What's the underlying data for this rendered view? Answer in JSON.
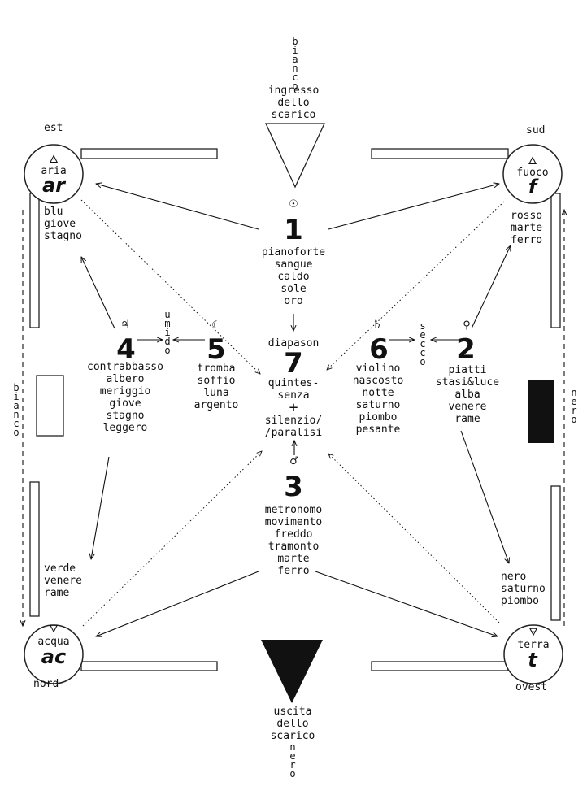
{
  "top_entry": {
    "vertical": "bianco",
    "lines": [
      "ingresso",
      "dello",
      "scarico"
    ]
  },
  "bottom_exit": {
    "lines": [
      "uscita",
      "dello",
      "scarico"
    ],
    "vertical": "nero"
  },
  "directions": {
    "est": "est",
    "sud": "sud",
    "nord": "nord",
    "ovest": "ovest"
  },
  "side_left": "bianco",
  "side_right": "nero",
  "elements": {
    "aria": {
      "name": "aria",
      "abbr": "ar",
      "list": [
        "blu",
        "giove",
        "stagno"
      ]
    },
    "fuoco": {
      "name": "fuoco",
      "abbr": "f",
      "list": [
        "rosso",
        "marte",
        "ferro"
      ]
    },
    "acqua": {
      "name": "acqua",
      "abbr": "ac",
      "list": [
        "verde",
        "venere",
        "rame"
      ]
    },
    "terra": {
      "name": "terra",
      "abbr": "t",
      "list": [
        "nero",
        "saturno",
        "piombo"
      ]
    }
  },
  "nodes": {
    "n1": {
      "num": "1",
      "lines": [
        "pianoforte",
        "sangue",
        "caldo",
        "sole",
        "oro"
      ]
    },
    "n2": {
      "num": "2",
      "lines": [
        "piatti",
        "stasi&luce",
        "alba",
        "venere",
        "rame"
      ]
    },
    "n3": {
      "num": "3",
      "lines": [
        "metronomo",
        "movimento",
        "freddo",
        "tramonto",
        "marte",
        "ferro"
      ]
    },
    "n4": {
      "num": "4",
      "lines": [
        "contrabbasso",
        "albero",
        "meriggio",
        "giove",
        "stagno",
        "leggero"
      ]
    },
    "n5": {
      "num": "5",
      "lines": [
        "tromba",
        "soffio",
        "luna",
        "argento"
      ]
    },
    "n6": {
      "num": "6",
      "lines": [
        "violino",
        "nascosto",
        "notte",
        "saturno",
        "piombo",
        "pesante"
      ]
    },
    "n7": {
      "num": "7",
      "label_top": "diapason",
      "lines": [
        "quintes-",
        "senza",
        "+",
        "silenzio/",
        "/paralisi"
      ]
    }
  },
  "qualities": {
    "umido": "umido",
    "secco": "secco"
  },
  "symbols": {
    "sun": "☉",
    "venus": "♀",
    "mars": "♂",
    "saturn": "♄",
    "jupiter": "♃",
    "moon": "☾",
    "air": "🜁",
    "fire": "🜂",
    "water": "🜄",
    "earth": "🜃"
  }
}
